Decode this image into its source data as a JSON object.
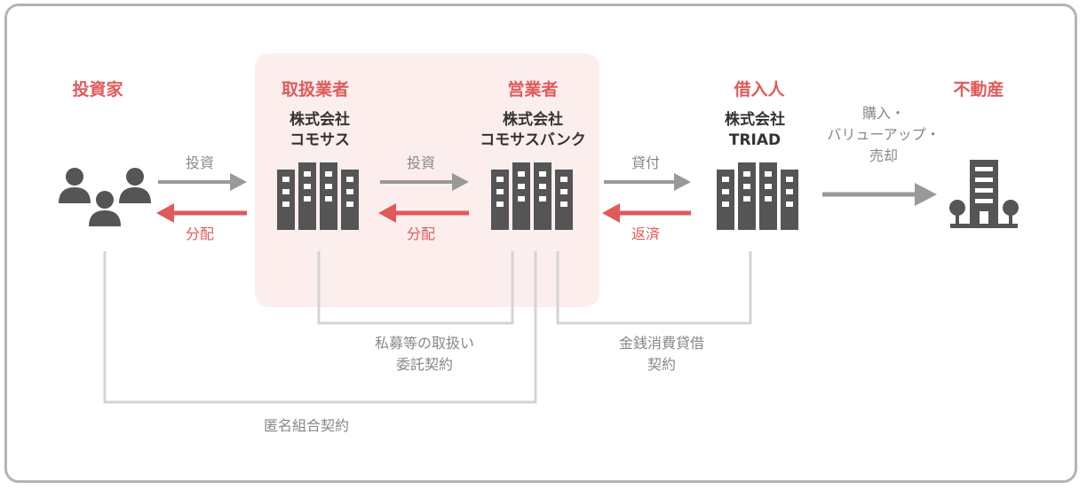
{
  "roles": {
    "investor": "投資家",
    "handler": "取扱業者",
    "operator": "営業者",
    "borrower": "借入人",
    "real_estate": "不動産"
  },
  "companies": {
    "handler": [
      "株式会社",
      "コモサス"
    ],
    "operator": [
      "株式会社",
      "コモサスバンク"
    ],
    "borrower": [
      "株式会社",
      "TRIAD"
    ]
  },
  "flows": {
    "invest_1": "投資",
    "distribute_1": "分配",
    "invest_2": "投資",
    "distribute_2": "分配",
    "lend": "貸付",
    "repay": "返済",
    "purchase": [
      "購入・",
      "バリューアップ・",
      "売却"
    ]
  },
  "contracts": {
    "private_placement": [
      "私募等の取扱い",
      "委託契約"
    ],
    "loan": [
      "金銭消費貸借",
      "契約"
    ],
    "silent_partnership": "匿名組合契約"
  },
  "colors": {
    "accent": "#e05a5a",
    "highlight_bg": "#fdeeee",
    "icon": "#555555",
    "arrow_gray": "#999999",
    "line_gray": "#d4d4d4",
    "frame": "#b4b4b4"
  },
  "icons": {
    "investors": "people-group-icon",
    "handler_building": "office-building-icon",
    "operator_building": "office-building-icon",
    "borrower_building": "office-building-icon",
    "property": "apartment-building-with-trees-icon"
  }
}
